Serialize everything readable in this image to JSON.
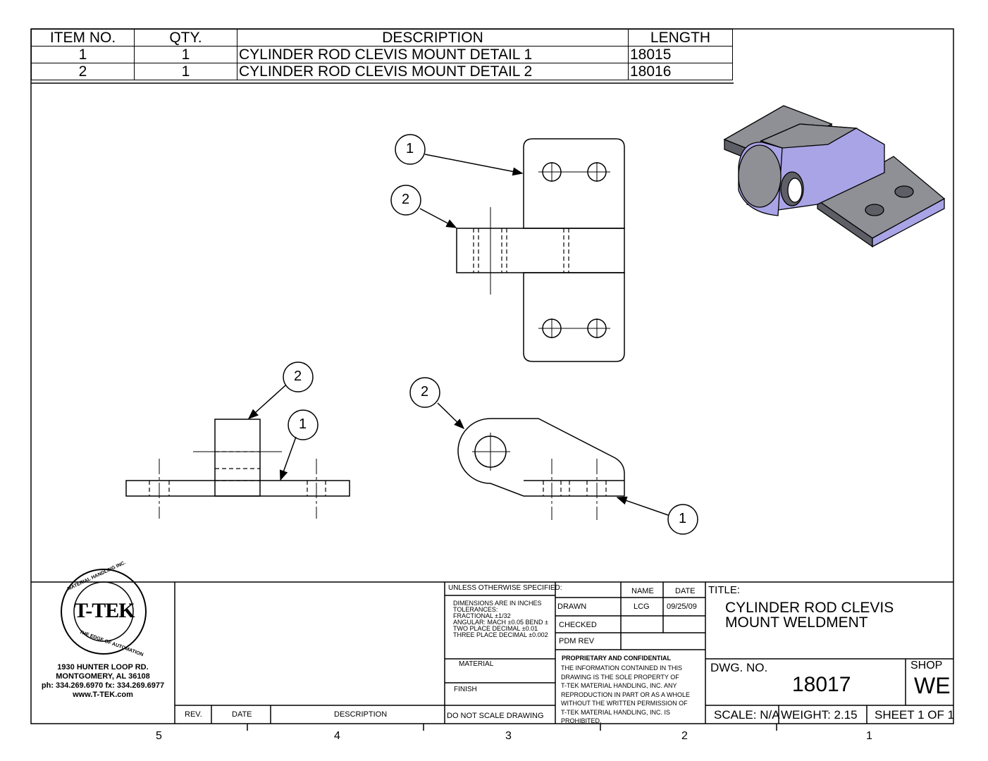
{
  "bom": {
    "headers": [
      "ITEM NO.",
      "QTY.",
      "DESCRIPTION",
      "LENGTH"
    ],
    "rows": [
      [
        "1",
        "1",
        "CYLINDER ROD CLEVIS MOUNT DETAIL 1",
        "18015"
      ],
      [
        "2",
        "1",
        "CYLINDER ROD CLEVIS MOUNT DETAIL 2",
        "18016"
      ]
    ]
  },
  "balloons": {
    "top_1": "1",
    "top_2": "2",
    "front_2": "2",
    "front_1": "1",
    "side_2": "2",
    "side_1": "1"
  },
  "company": {
    "logo_name": "T-TEK",
    "logo_ring_top": "MATERIAL HANDLING INC.",
    "logo_ring_bottom": "THE EDGE OF AUTOMATION",
    "address1": "1930 HUNTER LOOP RD.",
    "address2": "MONTGOMERY, AL  36108",
    "phone": "ph: 334.269.6970 fx: 334.269.6977",
    "web": "www.T-TEK.com"
  },
  "revision_block": {
    "rev": "REV.",
    "date": "DATE",
    "description": "DESCRIPTION"
  },
  "spec": {
    "heading": "UNLESS OTHERWISE SPECIFIED:",
    "lines": [
      "DIMENSIONS ARE IN INCHES",
      "TOLERANCES:",
      "FRACTIONAL ±1/32",
      "ANGULAR: MACH ±0.05  BEND ±",
      "TWO PLACE DECIMAL    ±0.01",
      "THREE PLACE DECIMAL  ±0.002"
    ],
    "material": "MATERIAL",
    "finish": "FINISH",
    "no_scale": "DO NOT SCALE DRAWING"
  },
  "signoff": {
    "name_header": "NAME",
    "date_header": "DATE",
    "drawn": "DRAWN",
    "drawn_name": "LCG",
    "drawn_date": "09/25/09",
    "checked": "CHECKED",
    "pdm_rev": "PDM REV"
  },
  "confidential": {
    "heading": "PROPRIETARY AND CONFIDENTIAL",
    "lines": [
      "THE INFORMATION CONTAINED IN THIS",
      "DRAWING IS THE SOLE PROPERTY OF",
      "T-TEK MATERIAL HANDLING, INC.  ANY",
      "REPRODUCTION IN PART OR AS A WHOLE",
      "WITHOUT THE WRITTEN PERMISSION OF",
      "T-TEK MATERIAL HANDLING, INC. IS",
      "PROHIBITED."
    ]
  },
  "title_block": {
    "title_label": "TITLE:",
    "title_line1": "CYLINDER ROD CLEVIS",
    "title_line2": "MOUNT WELDMENT",
    "dwg_label": "DWG.  NO.",
    "dwg_no": "18017",
    "shop_label": "SHOP",
    "shop": "WE",
    "scale": "SCALE: N/A",
    "weight": "WEIGHT: 2.15",
    "sheet": "SHEET 1 OF 1"
  },
  "zones": [
    "5",
    "4",
    "3",
    "2",
    "1"
  ],
  "colors": {
    "line": "#000000",
    "iso_top": "#8f8f96",
    "iso_side": "#a9a4e6",
    "iso_dark": "#5e5e66"
  }
}
